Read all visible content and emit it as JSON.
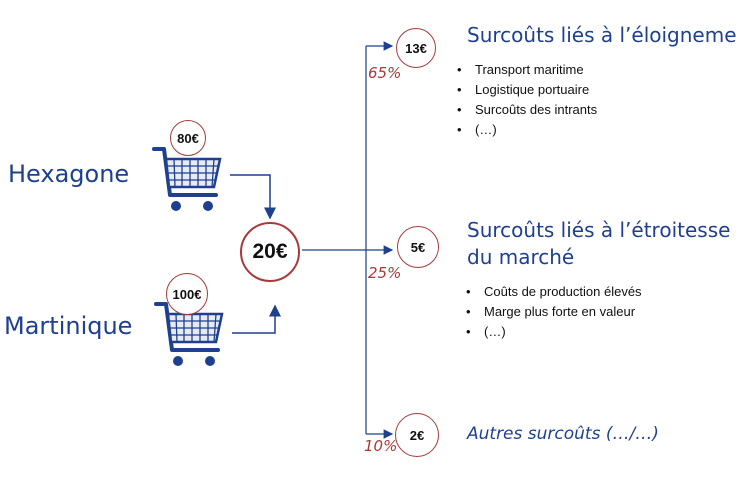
{
  "regions": {
    "hexagone": "Hexagone",
    "martinique": "Martinique"
  },
  "carts": {
    "hexagone_price": "80€",
    "martinique_price": "100€"
  },
  "difference": "20€",
  "branches": [
    {
      "amount": "13€",
      "percent": "65%",
      "title": "Surcoûts liés à l’éloigneme",
      "items": [
        "Transport maritime",
        "Logistique portuaire",
        "Surcoûts des intrants",
        "(…)"
      ]
    },
    {
      "amount": "5€",
      "percent": "25%",
      "title_line1": "Surcoûts liés à l’étroitesse",
      "title_line2": "du marché",
      "items": [
        "Coûts de production élevés",
        "Marge plus forte en valeur",
        "(…)"
      ]
    },
    {
      "amount": "2€",
      "percent": "10%",
      "title": "Autres surcoûts (…/…)"
    }
  ],
  "colors": {
    "blue": "#1f3f8f",
    "red": "#a83a3a"
  },
  "icons": [
    "shopping-cart-icon",
    "shopping-cart-icon"
  ]
}
